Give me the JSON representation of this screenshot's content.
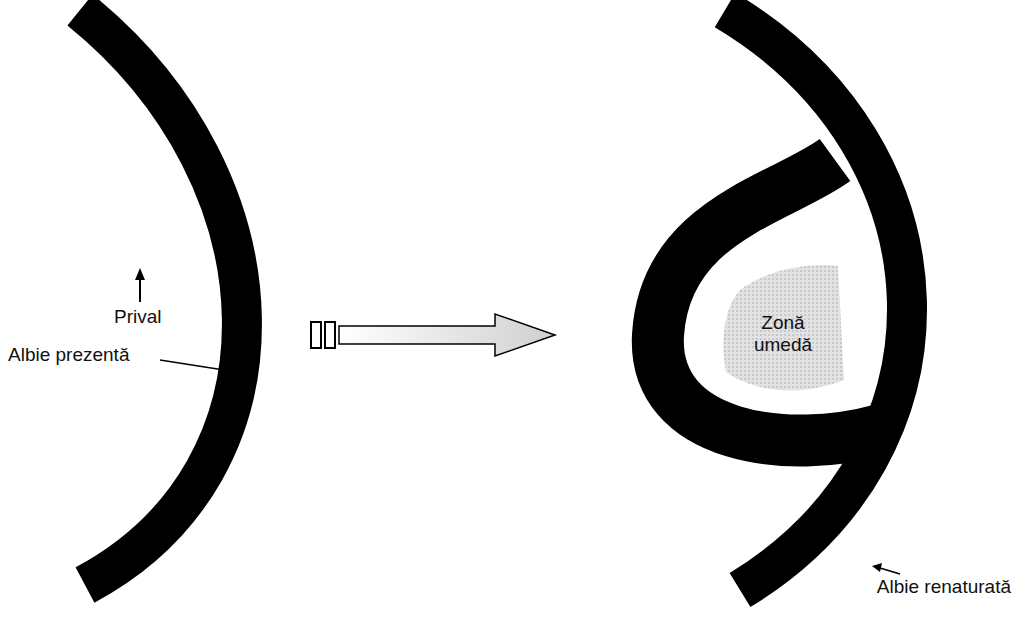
{
  "diagram": {
    "nodes": [
      {
        "text": [
          "Zonă umedă"
        ]
      }
    ],
    "labels": [
      "Prival",
      "Albie prezentă",
      "Albie renaturată"
    ]
  }
}
